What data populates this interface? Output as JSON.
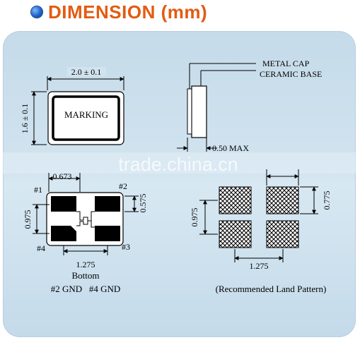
{
  "header": {
    "title": "DIMENSION (mm)",
    "bullet_color": "#1f63c8",
    "title_color": "#e35b12"
  },
  "top_view": {
    "width_label": "2.0 ± 0.1",
    "height_label": "1.6 ± 0.1",
    "marking": "MARKING"
  },
  "side_view": {
    "metal_cap": "METAL CAP",
    "ceramic_base": "CERAMIC BASE",
    "max_height": "0.50 MAX"
  },
  "bottom_view": {
    "pad_offset": "0.673",
    "pitch_vertical": "0.975",
    "pad_height": "0.575",
    "pitch_horizontal": "1.275",
    "pin1": "#1",
    "pin2": "#2",
    "pin3": "#3",
    "pin4": "#4",
    "caption": "Bottom",
    "gnd_note": "#2 GND   #4 GND"
  },
  "land_pattern": {
    "pitch_vertical": "0.975",
    "pad_height": "0.775",
    "pitch_horizontal": "1.275",
    "caption": "(Recommended Land Pattern)"
  },
  "watermark": "trade.china.cn"
}
